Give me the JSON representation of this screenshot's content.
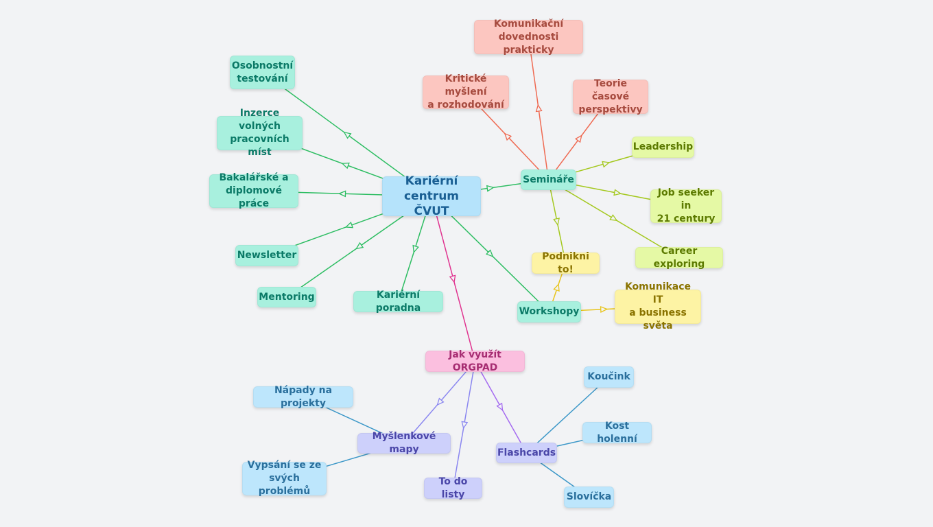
{
  "nodes": [
    {
      "id": "center",
      "label": "Kariérní\ncentrum ČVUT",
      "color": "blue",
      "main": true
    },
    {
      "id": "osob",
      "label": "Osobnostní\ntestování",
      "color": "teal"
    },
    {
      "id": "inzerce",
      "label": "Inzerce volných\npracovních míst",
      "color": "teal"
    },
    {
      "id": "bak",
      "label": "Bakalářské a\ndiplomové práce",
      "color": "teal"
    },
    {
      "id": "news",
      "label": "Newsletter",
      "color": "teal"
    },
    {
      "id": "mentor",
      "label": "Mentoring",
      "color": "teal"
    },
    {
      "id": "poradna",
      "label": "Kariérní poradna",
      "color": "teal"
    },
    {
      "id": "seminare",
      "label": "Semináře",
      "color": "teal"
    },
    {
      "id": "workshopy",
      "label": "Workshopy",
      "color": "teal"
    },
    {
      "id": "komdov",
      "label": "Komunikační\ndovednosti prakticky",
      "color": "red"
    },
    {
      "id": "krit",
      "label": "Kritické myšlení\na rozhodování",
      "color": "red"
    },
    {
      "id": "teorie",
      "label": "Teorie časové\nperspektivy",
      "color": "red"
    },
    {
      "id": "leader",
      "label": "Leadership",
      "color": "lime"
    },
    {
      "id": "jobseeker",
      "label": "Job seeker in\n21 century",
      "color": "lime"
    },
    {
      "id": "career",
      "label": "Career exploring",
      "color": "lime"
    },
    {
      "id": "podnikni",
      "label": "Podnikni to!",
      "color": "yellow"
    },
    {
      "id": "komit",
      "label": "Komunikace IT\na business světa",
      "color": "yellow"
    },
    {
      "id": "orgpad",
      "label": "Jak využít ORGPAD",
      "color": "pink"
    },
    {
      "id": "mysl",
      "label": "Myšlenkové mapy",
      "color": "violet"
    },
    {
      "id": "todo",
      "label": "To do listy",
      "color": "violet"
    },
    {
      "id": "flash",
      "label": "Flashcards",
      "color": "violet"
    },
    {
      "id": "napady",
      "label": "Nápady na projekty",
      "color": "sky"
    },
    {
      "id": "vypsani",
      "label": "Vypsání se ze\nsvých problémů",
      "color": "sky"
    },
    {
      "id": "koucink",
      "label": "Koučink",
      "color": "sky"
    },
    {
      "id": "kost",
      "label": "Kost holenní",
      "color": "sky"
    },
    {
      "id": "slovicka",
      "label": "Slovíčka",
      "color": "sky"
    }
  ],
  "edges": [
    {
      "from": "center",
      "to": "osob",
      "color": "#2dbd62",
      "arrow": true
    },
    {
      "from": "center",
      "to": "inzerce",
      "color": "#2dbd62",
      "arrow": true
    },
    {
      "from": "center",
      "to": "bak",
      "color": "#2dbd62",
      "arrow": true
    },
    {
      "from": "center",
      "to": "news",
      "color": "#2dbd62",
      "arrow": true
    },
    {
      "from": "center",
      "to": "mentor",
      "color": "#2dbd62",
      "arrow": true
    },
    {
      "from": "center",
      "to": "poradna",
      "color": "#2dbd62",
      "arrow": true
    },
    {
      "from": "center",
      "to": "seminare",
      "color": "#2dbd62",
      "arrow": true
    },
    {
      "from": "center",
      "to": "workshopy",
      "color": "#2dbd62",
      "arrow": true
    },
    {
      "from": "center",
      "to": "orgpad",
      "color": "#e0338f",
      "arrow": true
    },
    {
      "from": "seminare",
      "to": "komdov",
      "color": "#ef6a52",
      "arrow": true
    },
    {
      "from": "seminare",
      "to": "krit",
      "color": "#ef6a52",
      "arrow": true
    },
    {
      "from": "seminare",
      "to": "teorie",
      "color": "#ef6a52",
      "arrow": true
    },
    {
      "from": "seminare",
      "to": "leader",
      "color": "#a4c81e",
      "arrow": true
    },
    {
      "from": "seminare",
      "to": "jobseeker",
      "color": "#a4c81e",
      "arrow": true
    },
    {
      "from": "seminare",
      "to": "career",
      "color": "#a4c81e",
      "arrow": true
    },
    {
      "from": "seminare",
      "to": "podnikni",
      "color": "#a4c81e",
      "arrow": true
    },
    {
      "from": "workshopy",
      "to": "podnikni",
      "color": "#e8c41a",
      "arrow": true
    },
    {
      "from": "workshopy",
      "to": "komit",
      "color": "#e8c41a",
      "arrow": true
    },
    {
      "from": "orgpad",
      "to": "mysl",
      "color": "#8a86f0",
      "arrow": true
    },
    {
      "from": "orgpad",
      "to": "todo",
      "color": "#8a86f0",
      "arrow": true
    },
    {
      "from": "orgpad",
      "to": "flash",
      "color": "#a46af0",
      "arrow": true
    },
    {
      "from": "mysl",
      "to": "napady",
      "color": "#3b97c8",
      "arrow": false
    },
    {
      "from": "mysl",
      "to": "vypsani",
      "color": "#3b97c8",
      "arrow": false
    },
    {
      "from": "flash",
      "to": "koucink",
      "color": "#3b97c8",
      "arrow": false
    },
    {
      "from": "flash",
      "to": "kost",
      "color": "#3b97c8",
      "arrow": false
    },
    {
      "from": "flash",
      "to": "slovicka",
      "color": "#3b97c8",
      "arrow": false
    }
  ]
}
